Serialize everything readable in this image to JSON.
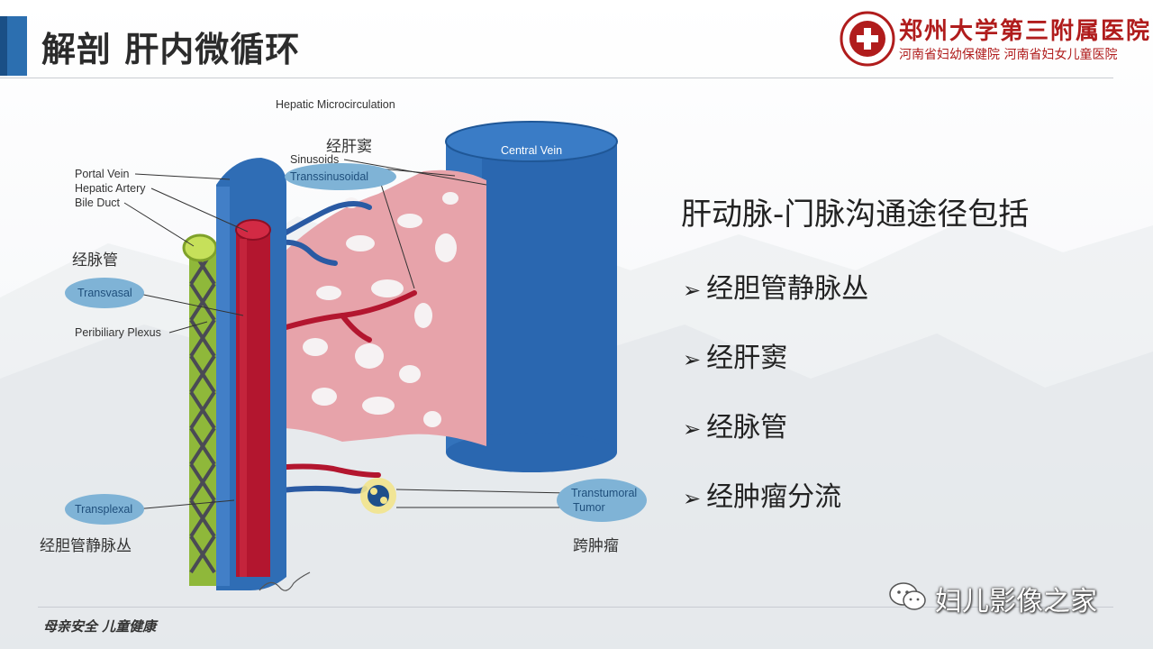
{
  "slide": {
    "title": "解剖 肝内微循环",
    "footer": "母亲安全 儿童健康",
    "heading": "肝动脉-门脉沟通途径包括",
    "bullets": [
      "经胆管静脉丛",
      "经肝窦",
      "经脉管",
      "经肿瘤分流"
    ],
    "bullet_marker": "➢"
  },
  "logo": {
    "name": "郑州大学第三附属医院",
    "subtitle": "河南省妇幼保健院 河南省妇女儿童医院"
  },
  "watermark": {
    "text": "妇儿影像之家",
    "icon": "wechat-icon"
  },
  "diagram": {
    "title": "Hepatic Microcirculation",
    "labels": {
      "portal_vein": "Portal Vein",
      "hepatic_artery": "Hepatic Artery",
      "bile_duct": "Bile Duct",
      "peribiliary_plexus": "Peribiliary Plexus",
      "sinusoids": "Sinusoids",
      "central_vein": "Central Vein"
    },
    "bubbles": {
      "transsinusoidal": "Transsinusoidal",
      "transvasal": "Transvasal",
      "transplexal": "Transplexal",
      "transtumoral_line1": "Transtumoral",
      "transtumoral_line2": "Tumor"
    },
    "cn_labels": {
      "sinus": "经肝窦",
      "vasal": "经脉管",
      "plexal": "经胆管静脉丛",
      "tumoral": "跨肿瘤"
    },
    "colors": {
      "portal_vein": "#2f6db5",
      "hepatic_artery": "#b3162f",
      "bile_duct": "#9dc43a",
      "sinusoid": "#e79aa2",
      "bubble": "#7fb3d6"
    }
  }
}
